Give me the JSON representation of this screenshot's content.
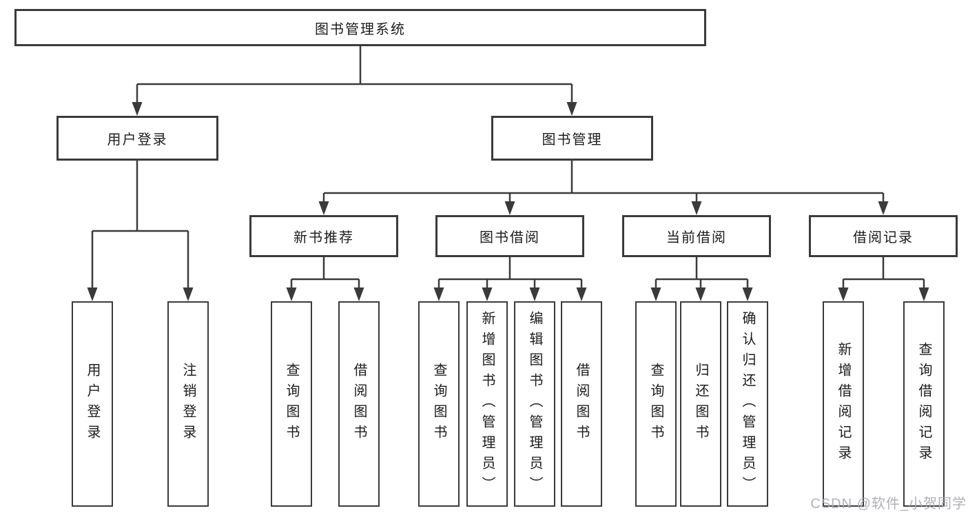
{
  "tree": {
    "root": {
      "label": "图书管理系统"
    },
    "branches": [
      {
        "label": "用户登录",
        "children": [
          {
            "label": "用户登录"
          },
          {
            "label": "注销登录"
          }
        ]
      },
      {
        "label": "图书管理",
        "groups": [
          {
            "label": "新书推荐",
            "children": [
              {
                "label": "查询图书"
              },
              {
                "label": "借阅图书"
              }
            ]
          },
          {
            "label": "图书借阅",
            "children": [
              {
                "label": "查询图书"
              },
              {
                "label": "新增图书（管理员）"
              },
              {
                "label": "编辑图书（管理员）"
              },
              {
                "label": "借阅图书"
              }
            ]
          },
          {
            "label": "当前借阅",
            "children": [
              {
                "label": "查询图书"
              },
              {
                "label": "归还图书"
              },
              {
                "label": "确认归还（管理员）"
              }
            ]
          },
          {
            "label": "借阅记录",
            "children": [
              {
                "label": "新增借阅记录"
              },
              {
                "label": "查询借阅记录"
              }
            ]
          }
        ]
      }
    ]
  },
  "watermark": {
    "text": "CSDN @软件_小贺同学"
  },
  "colors": {
    "line": "#3a3a3a",
    "box_border": "#3a3a3a",
    "text": "#1c1c1c",
    "watermark": "#a9aab2",
    "background": "#ffffff"
  }
}
